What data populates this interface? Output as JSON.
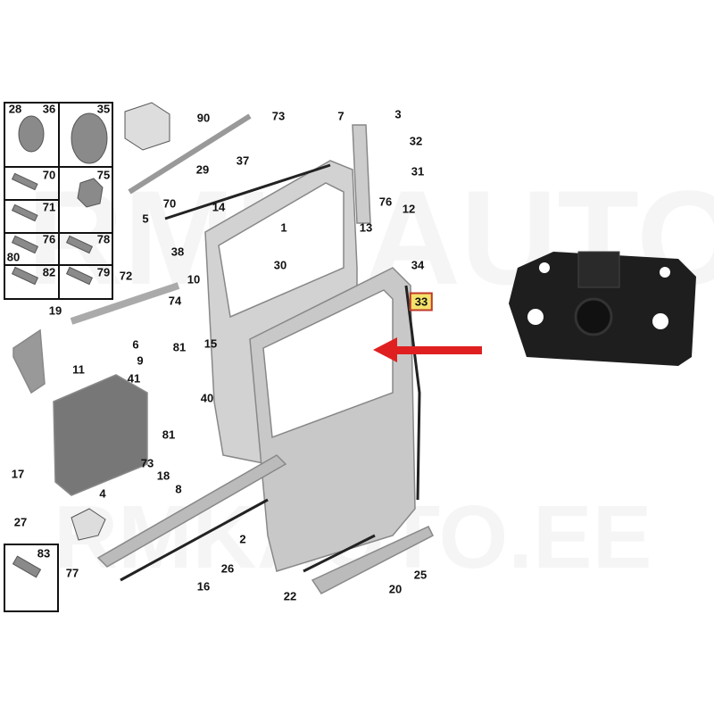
{
  "watermark": {
    "brand": "RMK AUTO",
    "site": "RMKAUTO.EE"
  },
  "highlighted_part": "33",
  "colors": {
    "highlight_fill": "#f4e36a",
    "highlight_border": "#c0392b",
    "arrow": "#e02020",
    "part": "#1e1e1e"
  },
  "labels": [
    "28",
    "36",
    "35",
    "90",
    "73",
    "7",
    "3",
    "32",
    "31",
    "70",
    "75",
    "71",
    "76",
    "78",
    "80",
    "82",
    "79",
    "37",
    "29",
    "70",
    "5",
    "14",
    "1",
    "13",
    "76",
    "12",
    "38",
    "30",
    "34",
    "33",
    "72",
    "10",
    "74",
    "19",
    "6",
    "9",
    "81",
    "15",
    "11",
    "41",
    "40",
    "17",
    "81",
    "73",
    "18",
    "8",
    "27",
    "4",
    "2",
    "77",
    "83",
    "16",
    "26",
    "22",
    "20",
    "25"
  ]
}
